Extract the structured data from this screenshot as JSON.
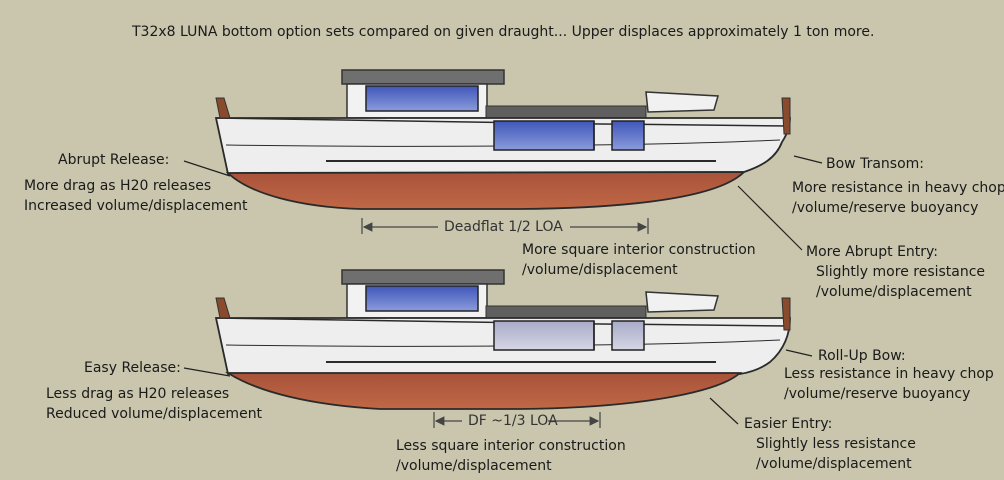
{
  "title": "T32x8 LUNA bottom option sets compared on given draught... Upper displaces approximately 1 ton more.",
  "upper": {
    "stern_title": "Abrupt Release:",
    "stern_line1": "More drag as H20 releases",
    "stern_line2": "Increased volume/displacement",
    "bow_title": "Bow Transom:",
    "bow_line1": "More resistance in heavy chop",
    "bow_line2": "/volume/reserve buoyancy",
    "flat_label": "Deadflat 1/2 LOA",
    "interior_line1": "More square interior construction",
    "interior_line2": "/volume/displacement",
    "entry_title": "More Abrupt Entry:",
    "entry_line1": "Slightly more resistance",
    "entry_line2": "/volume/displacement"
  },
  "lower": {
    "stern_title": "Easy Release:",
    "stern_line1": "Less drag as H20 releases",
    "stern_line2": "Reduced volume/displacement",
    "bow_title": "Roll-Up Bow:",
    "bow_line1": "Less resistance in heavy chop",
    "bow_line2": "/volume/reserve buoyancy",
    "flat_label": "DF ~1/3 LOA",
    "interior_line1": "Less square interior construction",
    "interior_line2": "/volume/displacement",
    "entry_title": "Easier Entry:",
    "entry_line1": "Slightly less resistance",
    "entry_line2": "/volume/displacement"
  },
  "colors": {
    "background": "#c9c6ad",
    "hull_bottom": "#b05a3c",
    "topsides": "#eeeeee",
    "cabin_roof": "#6c6c6c",
    "windows": "#5f73c8",
    "bulwark_post": "#8a4a2c"
  }
}
